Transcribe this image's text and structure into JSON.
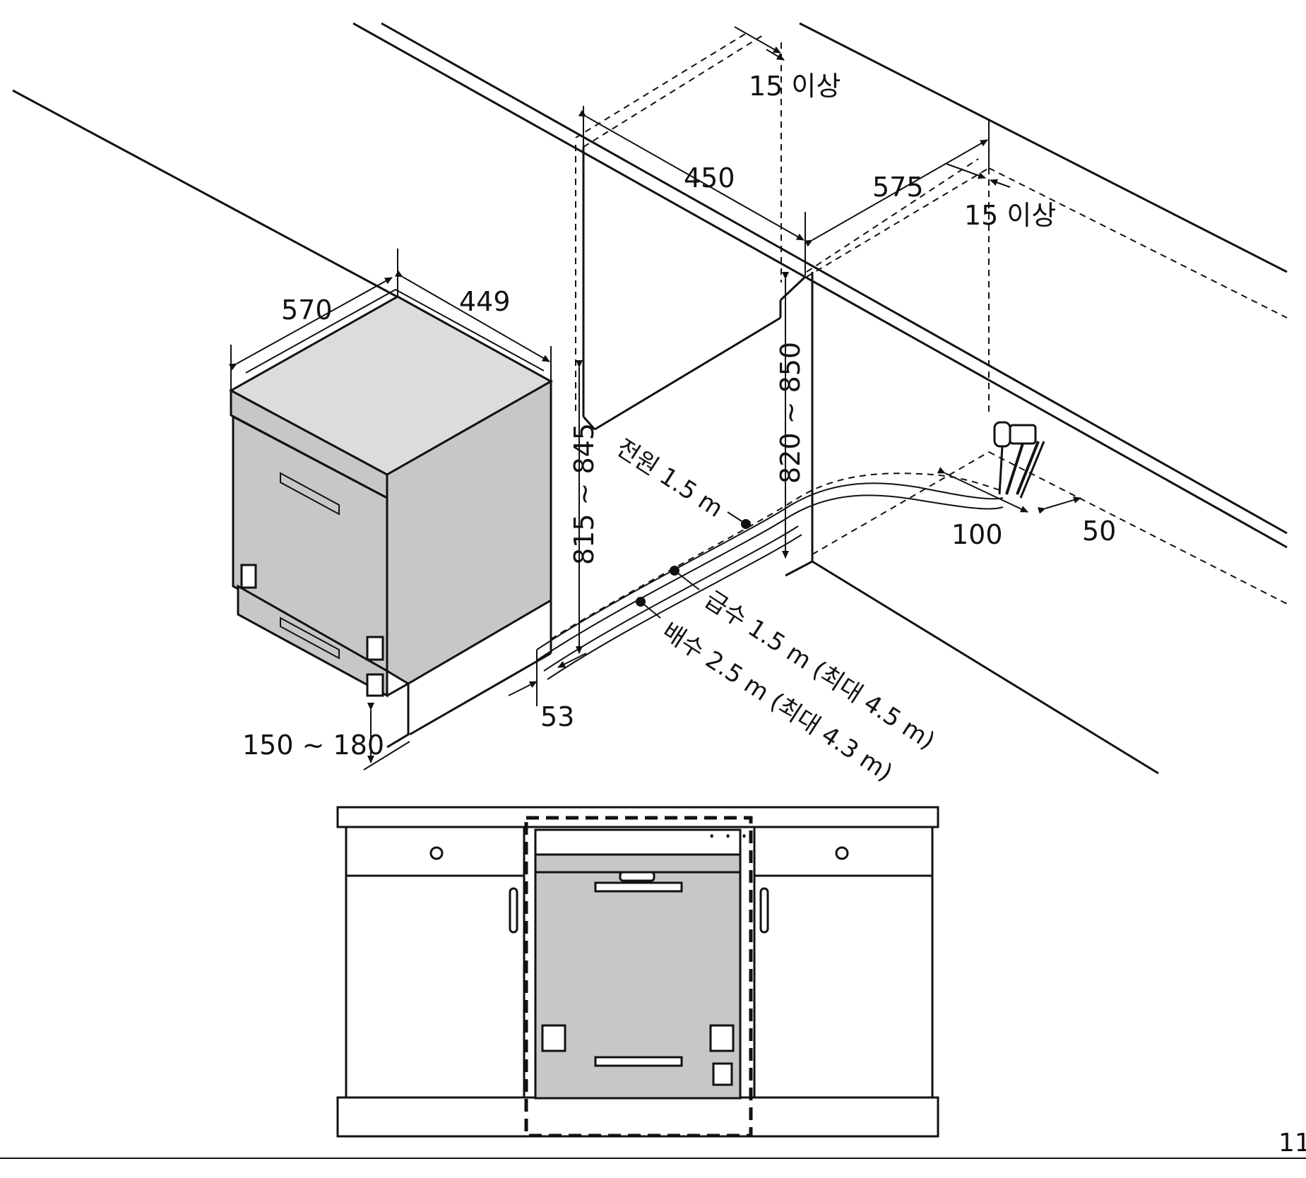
{
  "labels": {
    "clearance_top": "15 이상",
    "clearance_right": "15 이상",
    "opening_depth": "450",
    "opening_width": "575",
    "unit_depth": "570",
    "unit_width": "449",
    "unit_height": "815 ~ 845",
    "opening_height": "820 ~ 850",
    "power_cord": "전원 1.5 m",
    "inlet_hose": "급수 1.5 m (최대 4.5 m)",
    "drain_hose": "배수 2.5 m (최대 4.3 m)",
    "plinth_height": "150 ~ 180",
    "plinth_offset": "53",
    "service_width": "100",
    "service_depth": "50"
  },
  "front_view": {
    "control_dots": "· · ·"
  },
  "page_number": "11"
}
